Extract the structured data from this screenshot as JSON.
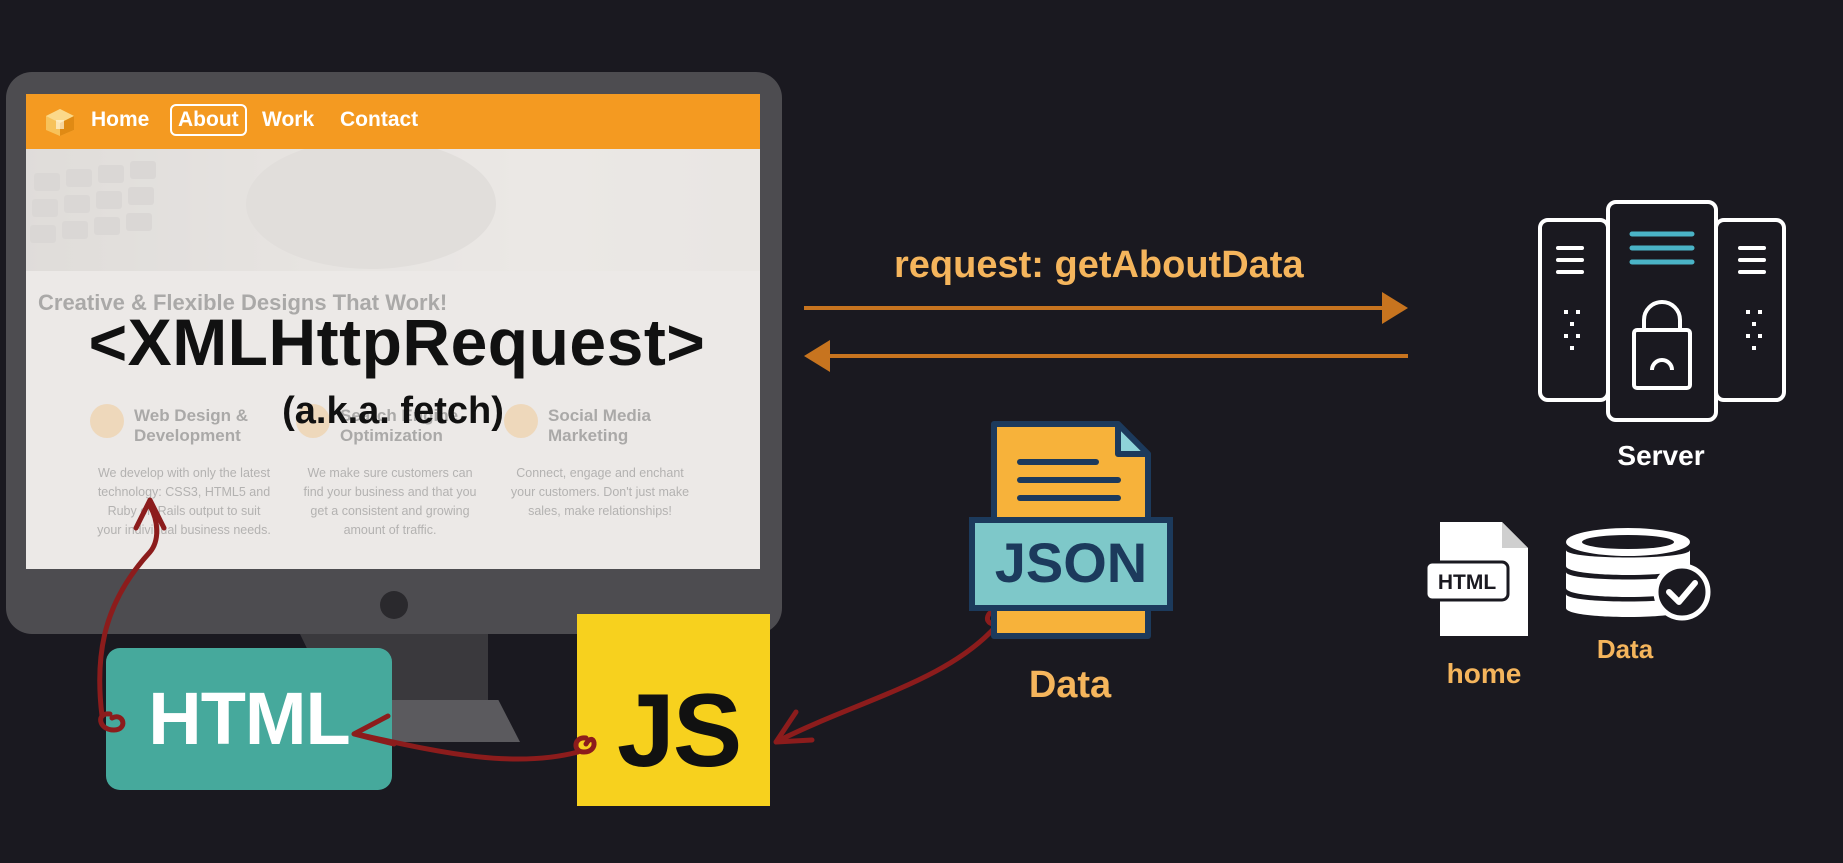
{
  "website": {
    "nav": {
      "items": [
        {
          "label": "Home"
        },
        {
          "label": "About",
          "active": true
        },
        {
          "label": "Work"
        },
        {
          "label": "Contact"
        }
      ]
    },
    "headline": "Creative & Flexible Designs That Work!",
    "services": [
      {
        "title": "Web Design &\nDevelopment",
        "text": "We develop with only the latest\ntechnology: CSS3, HTML5 and\nRuby on Rails output to suit\nyour individual business needs."
      },
      {
        "title": "Search Engine\nOptimization",
        "text": "We make sure customers can\nfind your business and that you\nget a consistent and growing\namount of traffic."
      },
      {
        "title": "Social Media\nMarketing",
        "text": "Connect, engage and enchant\nyour customers. Don't just make\nsales, make relationships!"
      }
    ]
  },
  "overlay": {
    "title": "<XMLHttpRequest>",
    "subtitle": "(a.k.a. fetch)"
  },
  "boxes": {
    "html_label": "HTML",
    "js_label": "JS"
  },
  "request": {
    "label": "request: getAboutData"
  },
  "json_doc": {
    "badge": "JSON",
    "label": "Data"
  },
  "server": {
    "label": "Server",
    "home_doc_badge": "HTML",
    "home_label": "home",
    "db_label": "Data"
  },
  "colors": {
    "background": "#1a1920",
    "nav_orange": "#f49a21",
    "accent_text": "#f5b55c",
    "arrow_orange": "#c7741f",
    "html_teal": "#46a99c",
    "js_yellow": "#f7d11e",
    "hand_arrow": "#8c1c1c",
    "server_accent": "#4ab3c6"
  },
  "icons": [
    "logo-cube-icon",
    "server-icon",
    "lock-icon",
    "document-icon",
    "database-icon",
    "check-circle-icon"
  ]
}
